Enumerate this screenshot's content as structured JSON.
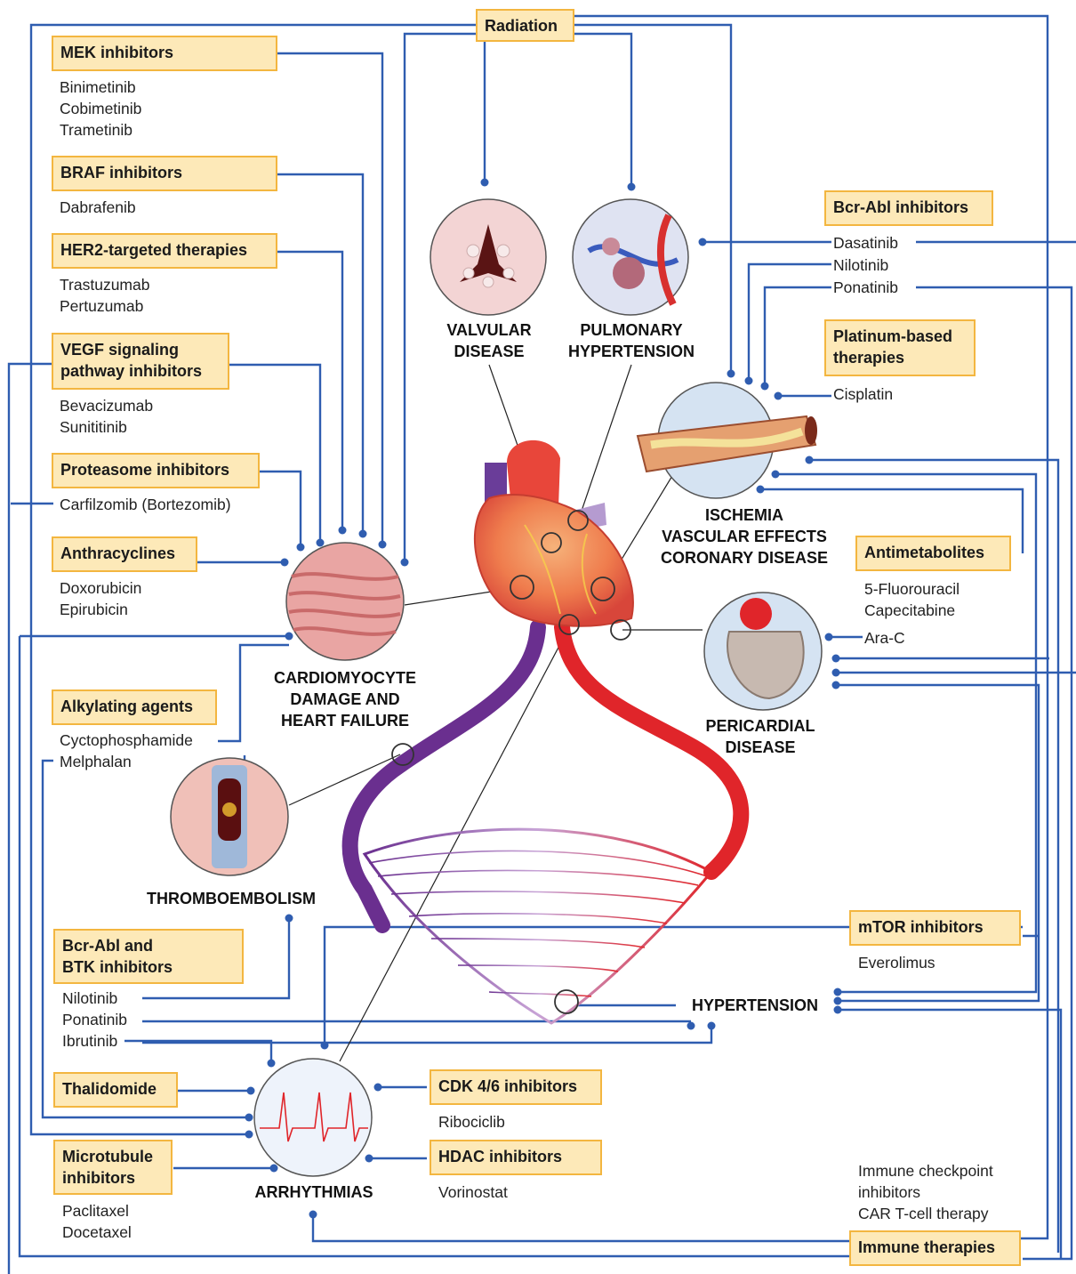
{
  "radiation": "Radiation",
  "drug_classes": [
    {
      "label": "MEK inhibitors",
      "drugs": [
        "Binimetinib",
        "Cobimetinib",
        "Trametinib"
      ]
    },
    {
      "label": "BRAF inhibitors",
      "drugs": [
        "Dabrafenib"
      ]
    },
    {
      "label": "HER2-targeted therapies",
      "drugs": [
        "Trastuzumab",
        "Pertuzumab"
      ]
    },
    {
      "label_lines": [
        "VEGF signaling",
        "pathway inhibitors"
      ],
      "drugs": [
        "Bevacizumab",
        "Sunititinib"
      ]
    },
    {
      "label": "Proteasome inhibitors",
      "drugs": [
        "Carfilzomib (Bortezomib)"
      ]
    },
    {
      "label": "Anthracyclines",
      "drugs": [
        "Doxorubicin",
        "Epirubicin"
      ]
    },
    {
      "label": "Alkylating agents",
      "drugs": [
        "Cyctophosphamide",
        "Melphalan"
      ]
    },
    {
      "label_lines": [
        "Bcr-Abl and",
        "BTK inhibitors"
      ],
      "drugs": [
        "Nilotinib",
        "Ponatinib",
        "Ibrutinib"
      ]
    },
    {
      "label": "Thalidomide",
      "drugs": []
    },
    {
      "label_lines": [
        "Microtubule",
        "inhibitors"
      ],
      "drugs": [
        "Paclitaxel",
        "Docetaxel"
      ]
    },
    {
      "label": "CDK 4/6 inhibitors",
      "drugs": [
        "Ribociclib"
      ]
    },
    {
      "label": "HDAC inhibitors",
      "drugs": [
        "Vorinostat"
      ]
    },
    {
      "label": "Bcr-Abl inhibitors",
      "drugs": [
        "Dasatinib",
        "Nilotinib",
        "Ponatinib"
      ]
    },
    {
      "label_lines": [
        "Platinum-based",
        "therapies"
      ],
      "drugs": [
        "Cisplatin"
      ]
    },
    {
      "label": "Antimetabolites",
      "drugs": [
        "5-Fluorouracil",
        "Capecitabine",
        "Ara-C"
      ]
    },
    {
      "label": "mTOR inhibitors",
      "drugs": [
        "Everolimus"
      ]
    },
    {
      "label": "Immune therapies",
      "drugs": [
        "Immune checkpoint",
        "inhibitors",
        "CAR T-cell therapy"
      ]
    }
  ],
  "conditions": {
    "valvular": [
      "VALVULAR",
      "DISEASE"
    ],
    "pulmonary": [
      "PULMONARY",
      "HYPERTENSION"
    ],
    "ischemia": [
      "ISCHEMIA",
      "VASCULAR EFFECTS",
      "CORONARY DISEASE"
    ],
    "cardiomyocyte": [
      "CARDIOMYOCYTE",
      "DAMAGE AND",
      "HEART FAILURE"
    ],
    "pericardial": [
      "PERICARDIAL",
      "DISEASE"
    ],
    "thromboembolism": "THROMBOEMBOLISM",
    "hypertension": "HYPERTENSION",
    "arrhythmias": "ARRHYTHMIAS"
  },
  "colors": {
    "connector": "#2f5db0",
    "box_fill": "#fde9b8",
    "box_border": "#f3b640",
    "artery": "#e0252a",
    "vein": "#6a2f8f"
  }
}
